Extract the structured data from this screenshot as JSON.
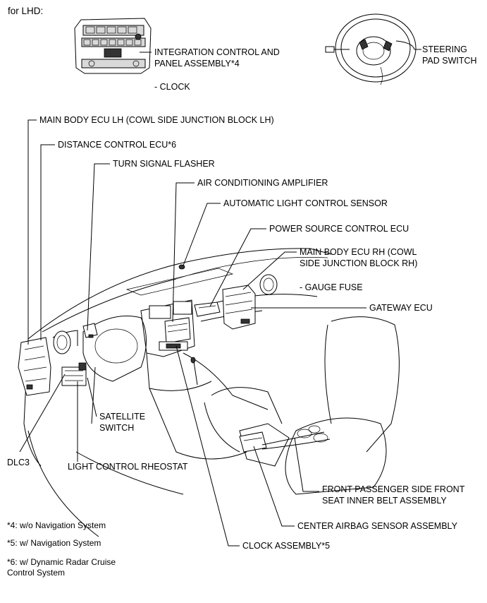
{
  "heading": "for LHD:",
  "labels": {
    "integration": [
      "INTEGRATION CONTROL AND",
      "PANEL ASSEMBLY*4"
    ],
    "clock_sub": "- CLOCK",
    "steering": [
      "STEERING",
      "PAD SWITCH"
    ],
    "main_body_lh": "MAIN BODY ECU LH (COWL SIDE JUNCTION BLOCK LH)",
    "distance": "DISTANCE CONTROL ECU*6",
    "turn_signal": "TURN SIGNAL FLASHER",
    "air_cond": "AIR CONDITIONING AMPLIFIER",
    "auto_light": "AUTOMATIC LIGHT CONTROL SENSOR",
    "power_source": "POWER SOURCE CONTROL ECU",
    "main_body_rh": [
      "MAIN BODY ECU RH (COWL",
      "SIDE JUNCTION BLOCK RH)"
    ],
    "gauge_fuse": "- GAUGE FUSE",
    "gateway": "GATEWAY ECU",
    "satellite": [
      "SATELLITE",
      "SWITCH"
    ],
    "dlc3": "DLC3",
    "light_rheostat": "LIGHT CONTROL RHEOSTAT",
    "front_passenger": [
      "FRONT PASSENGER SIDE FRONT",
      "SEAT INNER BELT ASSEMBLY"
    ],
    "center_airbag": "CENTER AIRBAG SENSOR ASSEMBLY",
    "clock_assembly": "CLOCK ASSEMBLY*5"
  },
  "notes": {
    "n4": "*4: w/o Navigation System",
    "n5": "*5: w/ Navigation System",
    "n6": [
      "*6: w/ Dynamic Radar Cruise",
      "Control System"
    ]
  }
}
